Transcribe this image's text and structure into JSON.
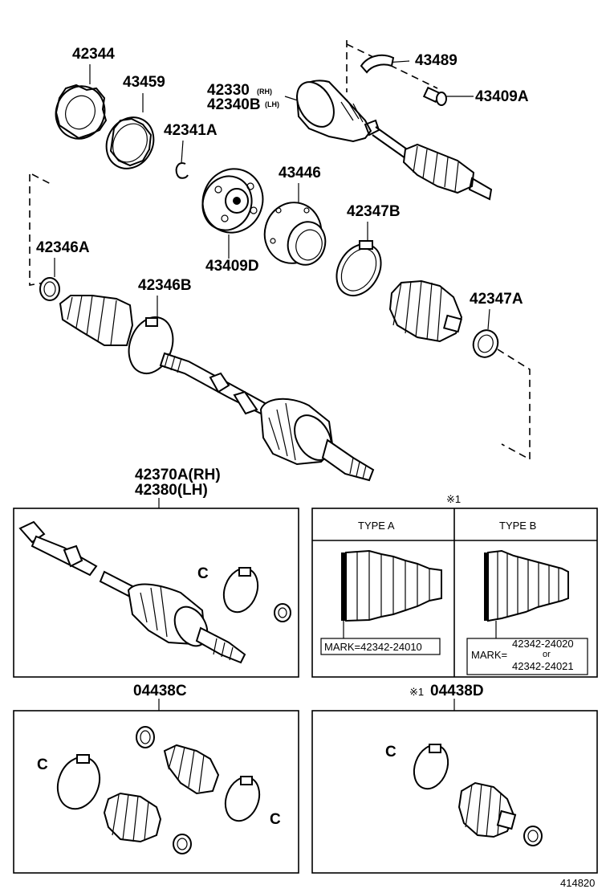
{
  "labels": {
    "p42344": "42344",
    "p43459": "43459",
    "p42341A": "42341A",
    "p42330": "42330",
    "p42330_suffix": "(RH)",
    "p42340B": "42340B",
    "p42340B_suffix": "(LH)",
    "p43489": "43489",
    "p43409A": "43409A",
    "p43446": "43446",
    "p42347B": "42347B",
    "p43409D": "43409D",
    "p42346A": "42346A",
    "p42346B": "42346B",
    "p42347A": "42347A",
    "assembly_rh": "42370A(RH)",
    "assembly_lh": "42380(LH)",
    "kit_c": "04438C",
    "kit_d": "04438D",
    "kit_d_note": "※1",
    "note_mark": "※1",
    "diagram_id": "414820"
  },
  "boot_types": {
    "type_a": {
      "title": "TYPE A",
      "mark_label": "MARK=42342-24010"
    },
    "type_b": {
      "title": "TYPE B",
      "mark_prefix": "MARK=",
      "mark_line1": "42342-24020",
      "mark_or": "or",
      "mark_line2": "42342-24021"
    }
  },
  "small_c_clip": "C"
}
